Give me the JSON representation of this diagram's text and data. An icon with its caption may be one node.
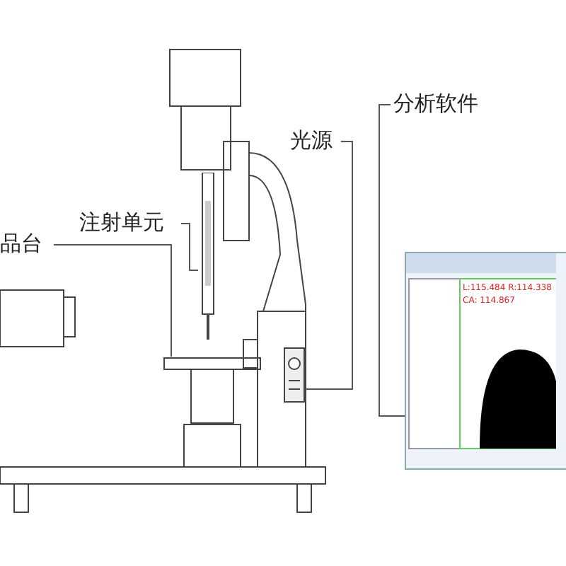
{
  "diagram": {
    "nodes": [
      {
        "text": [
          "注射单元"
        ]
      },
      {
        "text": [],
        "shape": "picture"
      },
      {
        "text": [
          "品台"
        ]
      },
      {
        "text": [],
        "shape": "picture"
      },
      {
        "text": [
          "光源"
        ]
      },
      {
        "text": [],
        "shape": "picture"
      },
      {
        "text": [
          "分析软件"
        ]
      },
      {
        "text": [],
        "shape": "picture"
      }
    ],
    "edges": [
      {
        "from": 0,
        "to": 1,
        "arrow": "none"
      },
      {
        "from": 2,
        "to": 3,
        "arrow": "none"
      },
      {
        "from": 4,
        "to": 5,
        "arrow": "none"
      },
      {
        "from": 6,
        "to": 7,
        "arrow": "none"
      }
    ],
    "labels": [
      "L:115.484 R:114.338",
      "CA: 114.867"
    ]
  }
}
